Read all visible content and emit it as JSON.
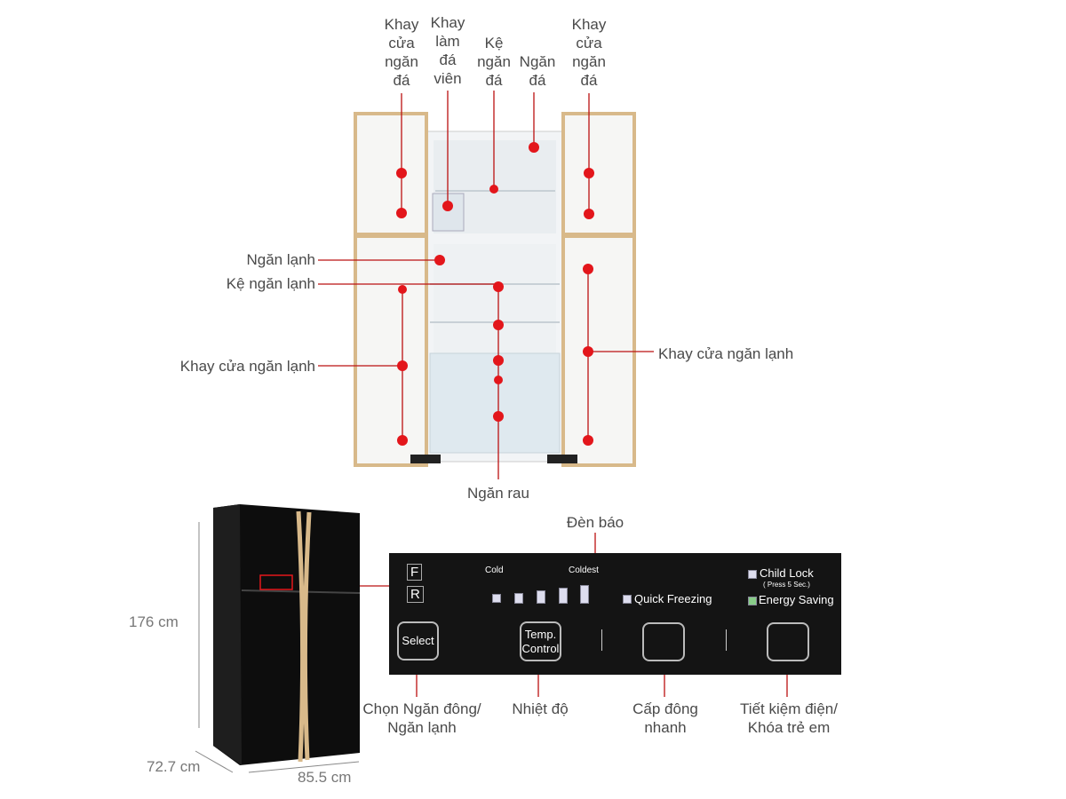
{
  "top_labels": {
    "freezer_door_tray_left": "Khay\ncửa\nngăn\nđá",
    "ice_maker": "Khay\nlàm\nđá\nviên",
    "freezer_shelf": "Kệ\nngăn\nđá",
    "freezer": "Ngăn\nđá",
    "freezer_door_tray_right": "Khay\ncửa\nngăn\nđá"
  },
  "side_labels": {
    "fridge": "Ngăn lạnh",
    "fridge_shelf": "Kệ ngăn lạnh",
    "fridge_door_tray_left": "Khay cửa ngăn lạnh",
    "fridge_door_tray_right": "Khay cửa ngăn lạnh",
    "vegetable_drawer": "Ngăn rau"
  },
  "dimensions": {
    "height": "176 cm",
    "depth": "72.7 cm",
    "width": "85.5 cm"
  },
  "panel": {
    "indicator_title": "Đèn báo",
    "f": "F",
    "r": "R",
    "cold": "Cold",
    "coldest": "Coldest",
    "quick_freezing": "Quick Freezing",
    "child_lock": "Child Lock",
    "press": "( Press 5 Sec.)",
    "energy_saving": "Energy Saving",
    "select": "Select",
    "temp": "Temp.\nControl"
  },
  "panel_labels": {
    "select": "Chọn Ngăn đông/\nNgăn lạnh",
    "temp": "Nhiệt độ",
    "quick": "Cấp đông\nnhanh",
    "eco": "Tiết kiệm điện/\nKhóa trẻ em"
  },
  "colors": {
    "marker": "#e3161b",
    "door_trim": "#d8b98a"
  }
}
